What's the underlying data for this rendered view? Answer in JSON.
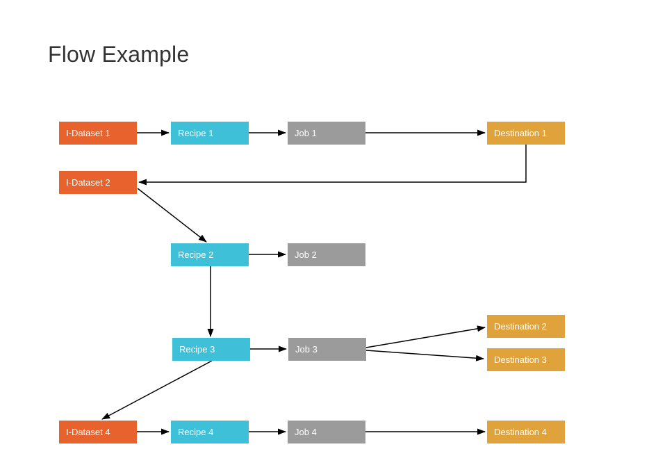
{
  "title": "Flow Example",
  "colors": {
    "dataset": "#e8622d",
    "recipe": "#3ec0d9",
    "job": "#9b9b9b",
    "destination": "#e0a33b",
    "arrow": "#000000",
    "title": "#333333",
    "node-text": "#ffffff",
    "background": "#ffffff"
  },
  "nodes": [
    {
      "id": "i-dataset-1",
      "type": "dataset",
      "label": "I-Dataset 1"
    },
    {
      "id": "recipe-1",
      "type": "recipe",
      "label": "Recipe 1"
    },
    {
      "id": "job-1",
      "type": "job",
      "label": "Job 1"
    },
    {
      "id": "destination-1",
      "type": "destination",
      "label": "Destination 1"
    },
    {
      "id": "i-dataset-2",
      "type": "dataset",
      "label": "I-Dataset 2"
    },
    {
      "id": "recipe-2",
      "type": "recipe",
      "label": "Recipe 2"
    },
    {
      "id": "job-2",
      "type": "job",
      "label": "Job 2"
    },
    {
      "id": "recipe-3",
      "type": "recipe",
      "label": "Recipe 3"
    },
    {
      "id": "job-3",
      "type": "job",
      "label": "Job 3"
    },
    {
      "id": "destination-2",
      "type": "destination",
      "label": "Destination 2"
    },
    {
      "id": "destination-3",
      "type": "destination",
      "label": "Destination 3"
    },
    {
      "id": "i-dataset-4",
      "type": "dataset",
      "label": "I-Dataset 4"
    },
    {
      "id": "recipe-4",
      "type": "recipe",
      "label": "Recipe 4"
    },
    {
      "id": "job-4",
      "type": "job",
      "label": "Job 4"
    },
    {
      "id": "destination-4",
      "type": "destination",
      "label": "Destination 4"
    }
  ],
  "edges": [
    {
      "from": "i-dataset-1",
      "to": "recipe-1"
    },
    {
      "from": "recipe-1",
      "to": "job-1"
    },
    {
      "from": "job-1",
      "to": "destination-1"
    },
    {
      "from": "destination-1",
      "to": "i-dataset-2"
    },
    {
      "from": "i-dataset-2",
      "to": "recipe-2"
    },
    {
      "from": "recipe-2",
      "to": "job-2"
    },
    {
      "from": "recipe-2",
      "to": "recipe-3"
    },
    {
      "from": "recipe-3",
      "to": "job-3"
    },
    {
      "from": "job-3",
      "to": "destination-2"
    },
    {
      "from": "job-3",
      "to": "destination-3"
    },
    {
      "from": "recipe-3",
      "to": "i-dataset-4"
    },
    {
      "from": "i-dataset-4",
      "to": "recipe-4"
    },
    {
      "from": "recipe-4",
      "to": "job-4"
    },
    {
      "from": "job-4",
      "to": "destination-4"
    }
  ]
}
